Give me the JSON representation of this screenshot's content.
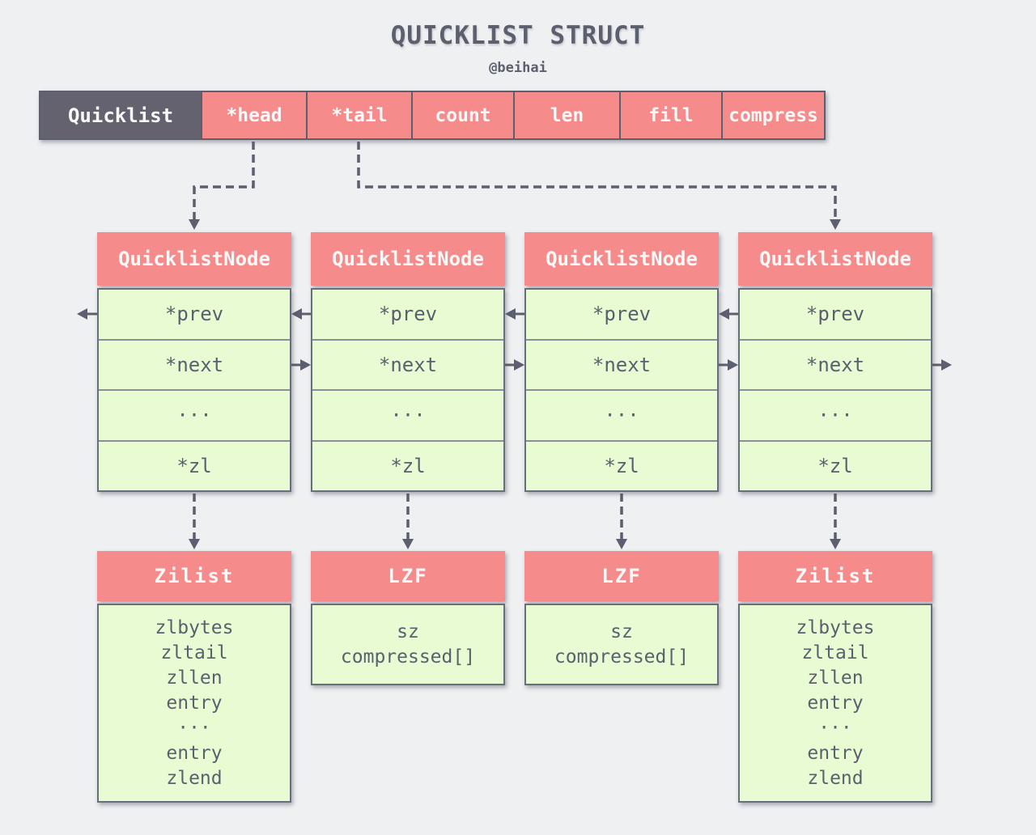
{
  "title": "QUICKLIST STRUCT",
  "subtitle": "@beihai",
  "colors": {
    "background": "#eff0f2",
    "salmon": "#f58b8b",
    "dark_slate": "#64626e",
    "green": "#e8fbd3",
    "line": "#5c5f6e",
    "box_border": "#6a6e7c",
    "separator": "#8b8e99",
    "text_light": "#f7f8f8"
  },
  "quicklist_struct": {
    "name_cell": "Quicklist",
    "fields": [
      "*head",
      "*tail",
      "count",
      "len",
      "fill",
      "compress"
    ]
  },
  "nodes": [
    {
      "header": "QuicklistNode",
      "rows": [
        "*prev",
        "*next",
        "···",
        "*zl"
      ]
    },
    {
      "header": "QuicklistNode",
      "rows": [
        "*prev",
        "*next",
        "···",
        "*zl"
      ]
    },
    {
      "header": "QuicklistNode",
      "rows": [
        "*prev",
        "*next",
        "···",
        "*zl"
      ]
    },
    {
      "header": "QuicklistNode",
      "rows": [
        "*prev",
        "*next",
        "···",
        "*zl"
      ]
    }
  ],
  "ziplists": [
    {
      "header": "Zilist",
      "lines": [
        "zlbytes",
        "zltail",
        "zllen",
        "entry",
        "···",
        "entry",
        "zlend"
      ]
    },
    {
      "header": "LZF",
      "lines": [
        "sz",
        "compressed[]"
      ]
    },
    {
      "header": "LZF",
      "lines": [
        "sz",
        "compressed[]"
      ]
    },
    {
      "header": "Zilist",
      "lines": [
        "zlbytes",
        "zltail",
        "zllen",
        "entry",
        "···",
        "entry",
        "zlend"
      ]
    }
  ]
}
